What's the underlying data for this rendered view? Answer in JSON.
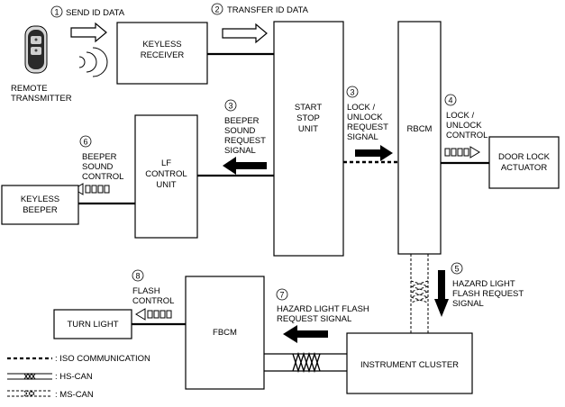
{
  "steps": {
    "s1": {
      "num": "1",
      "text": "SEND ID DATA"
    },
    "s2": {
      "num": "2",
      "text": "TRANSFER ID DATA"
    },
    "s3a": {
      "num": "3",
      "lines": [
        "BEEPER",
        "SOUND",
        "REQUEST",
        "SIGNAL"
      ]
    },
    "s3b": {
      "num": "3",
      "lines": [
        "LOCK /",
        "UNLOCK",
        "REQUEST",
        "SIGNAL"
      ]
    },
    "s4": {
      "num": "4",
      "lines": [
        "LOCK /",
        "UNLOCK",
        "CONTROL"
      ]
    },
    "s5": {
      "num": "5",
      "lines": [
        "HAZARD LIGHT",
        "FLASH REQUEST",
        "SIGNAL"
      ]
    },
    "s6": {
      "num": "6",
      "lines": [
        "BEEPER",
        "SOUND",
        "CONTROL"
      ]
    },
    "s7": {
      "num": "7",
      "lines": [
        "HAZARD LIGHT FLASH",
        "REQUEST SIGNAL"
      ]
    },
    "s8": {
      "num": "8",
      "lines": [
        "FLASH",
        "CONTROL"
      ]
    }
  },
  "modules": {
    "remote_transmitter": [
      "REMOTE",
      "TRANSMITTER"
    ],
    "keyless_receiver": [
      "KEYLESS",
      "RECEIVER"
    ],
    "start_stop_unit": [
      "START",
      "STOP",
      "UNIT"
    ],
    "rbcm": "RBCM",
    "door_lock_actuator": [
      "DOOR LOCK",
      "ACTUATOR"
    ],
    "lf_control_unit": [
      "LF",
      "CONTROL",
      "UNIT"
    ],
    "keyless_beeper": [
      "KEYLESS",
      "BEEPER"
    ],
    "fbcm": "FBCM",
    "turn_light": "TURN LIGHT",
    "instrument_cluster": "INSTRUMENT CLUSTER"
  },
  "legend": {
    "iso": ": ISO COMMUNICATION",
    "hs_can": ": HS-CAN",
    "ms_can": ": MS-CAN"
  }
}
